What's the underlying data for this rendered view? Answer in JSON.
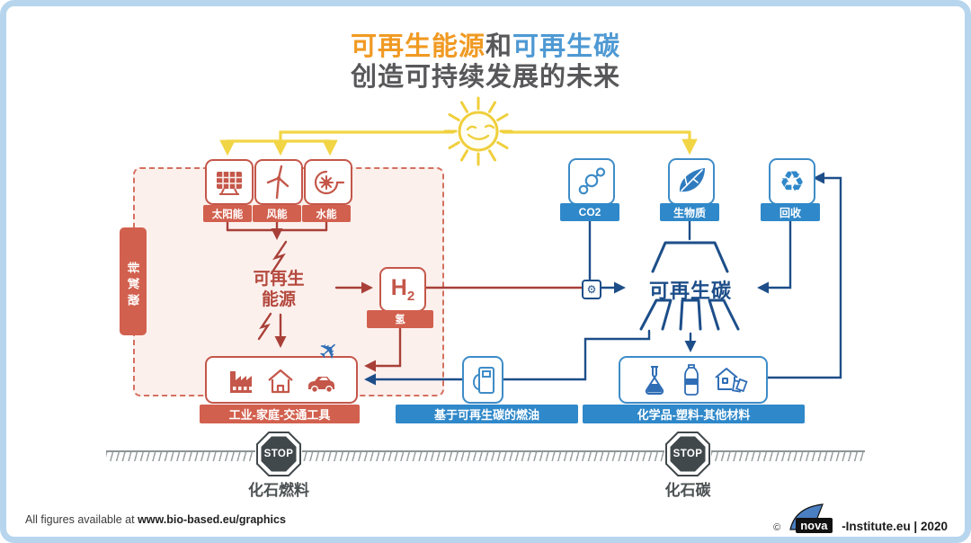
{
  "title": {
    "energy": "可再生能源",
    "and": "和",
    "carbon": "可再生碳",
    "line2": "创造可持续发展的未来"
  },
  "energy_side": {
    "band_label": "碳减排",
    "sources": [
      {
        "label": "太阳能",
        "icon": "solar-panel-icon"
      },
      {
        "label": "风能",
        "icon": "wind-turbine-icon"
      },
      {
        "label": "水能",
        "icon": "hydro-turbine-icon"
      }
    ],
    "renewable_energy_line1": "可再生",
    "renewable_energy_line2": "能源",
    "hydrogen_symbol": "H",
    "hydrogen_sub": "2",
    "hydrogen_label": "氢",
    "uses_label": "工业-家庭-交通工具"
  },
  "carbon_side": {
    "inputs": [
      {
        "label": "CO2",
        "icon": "co2-molecule-icon"
      },
      {
        "label": "生物质",
        "icon": "leaf-icon"
      },
      {
        "label": "回收",
        "icon": "recycle-icon"
      }
    ],
    "renewable_carbon_label": "可再生碳",
    "fuel_label": "基于可再生碳的燃油",
    "products_label": "化学品-塑料-其他材料"
  },
  "stops": {
    "left_sign": "STOP",
    "left_label": "化石燃料",
    "right_sign": "STOP",
    "right_label": "化石碳"
  },
  "footer": {
    "left_prefix": "All figures available at ",
    "left_link": "www.bio-based.eu/graphics",
    "logo": "nova",
    "suffix": "-Institute.eu | 2020"
  },
  "icons": {
    "plane": "✈",
    "recycle": "♻",
    "gear": "⚙",
    "copyright": "©"
  },
  "colors": {
    "title_orange": "#F09A23",
    "title_blue": "#4E99D3",
    "title_gray": "#58585A",
    "red_border": "#C4574A",
    "red_bar": "#D2604E",
    "red_line": "#A84038",
    "pink_fill": "#FCF0ED",
    "blue_border": "#3E8CC7",
    "blue_bar": "#2F88C9",
    "navy_line": "#1D4E89",
    "yellow": "#F2D545",
    "stop_dark": "#41484B",
    "frame_blue": "#B7D6EE"
  }
}
